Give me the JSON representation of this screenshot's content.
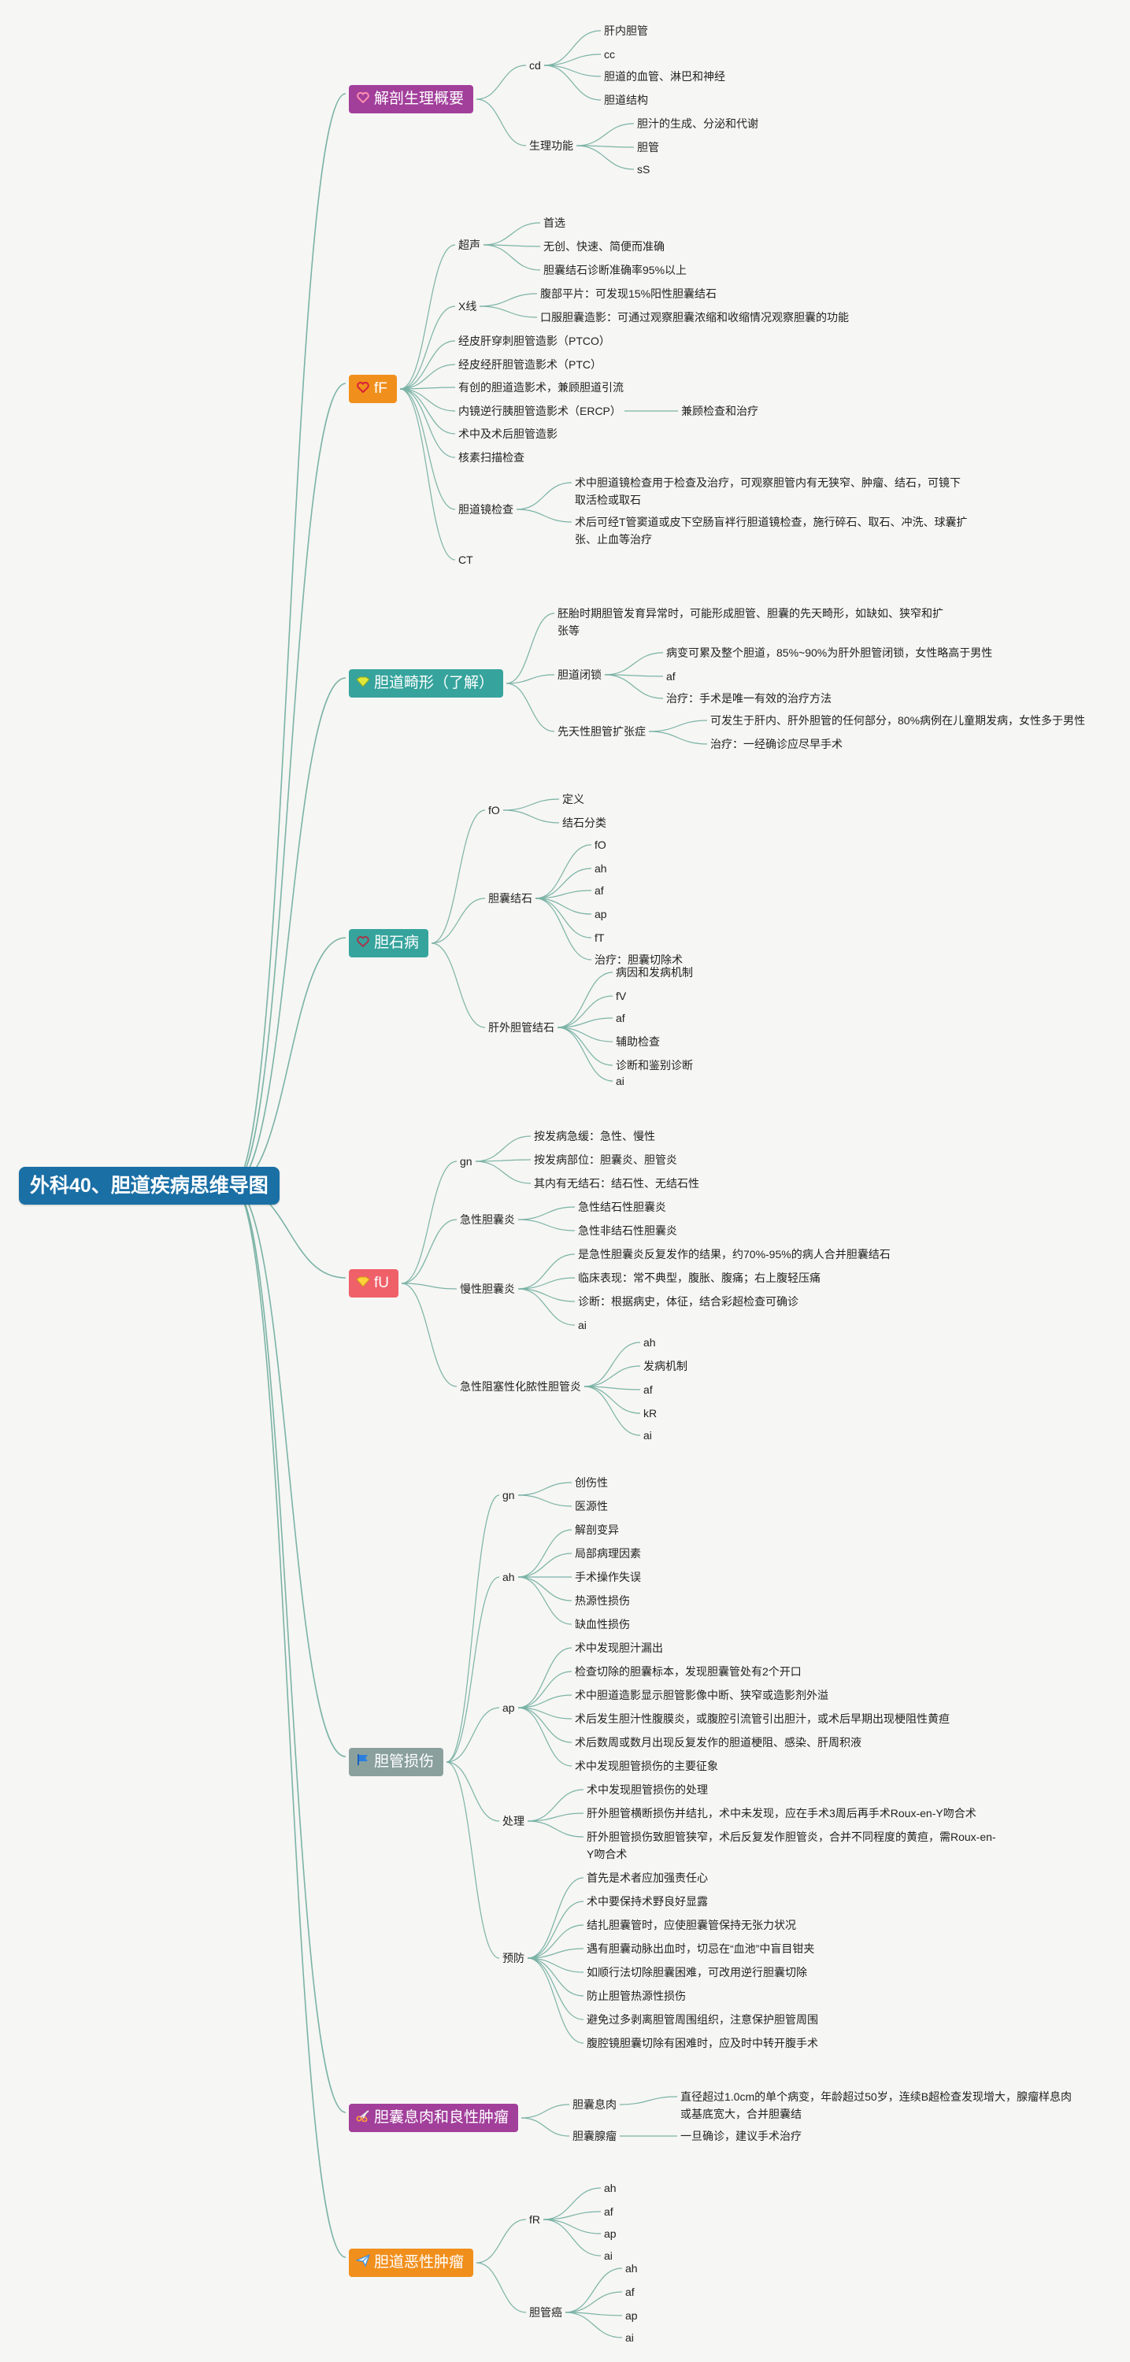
{
  "colors": {
    "link": "#7bb3a6",
    "anatomy": "#a23f9b",
    "exam": "#f18f1c",
    "malform": "#36a49d",
    "stone": "#36a49d",
    "infect": "#ef6069",
    "injury": "#8aa09d",
    "polyp": "#a23f9b",
    "tumor": "#f18f1c"
  },
  "map": {
    "root": "外科40、胆道疾病思维导图",
    "anatomy": {
      "label": "解剖生理概要",
      "icon": "heart-outline-icon",
      "cd": {
        "label": "cd",
        "items": [
          "肝内胆管",
          "cc",
          "胆道的血管、淋巴和神经",
          "胆道结构"
        ]
      },
      "physio": {
        "label": "生理功能",
        "items": [
          "胆汁的生成、分泌和代谢",
          "胆管",
          "sS"
        ]
      }
    },
    "exam": {
      "label": "fF",
      "icon": "heart-outline-icon",
      "us": {
        "label": "超声",
        "items": [
          "首选",
          "无创、快速、简便而准确",
          "胆囊结石诊断准确率95%以上"
        ]
      },
      "xray": {
        "label": "X线",
        "items": [
          "腹部平片：可发现15%阳性胆囊结石",
          "口服胆囊造影：可通过观察胆囊浓缩和收缩情况观察胆囊的功能"
        ]
      },
      "ptc0": "经皮肝穿刺胆管造影（PTCO）",
      "ptc": "经皮经肝胆管造影术（PTC）",
      "invasive": "有创的胆道造影术，兼顾胆道引流",
      "ercp": {
        "label": "内镜逆行胰胆管造影术（ERCP）",
        "child": "兼顾检查和治疗"
      },
      "intraop": "术中及术后胆管造影",
      "nuclear": "核素扫描检查",
      "scope": {
        "label": "胆道镜检查",
        "items": [
          "术中胆道镜检查用于检查及治疗，可观察胆管内有无狭窄、肿瘤、结石，可镜下取活检或取石",
          "术后可经T管窦道或皮下空肠盲袢行胆道镜检查，施行碎石、取石、冲洗、球囊扩张、止血等治疗"
        ]
      },
      "ct": "CT"
    },
    "malform": {
      "label": "胆道畸形（了解）",
      "icon": "diamond-icon",
      "intro": "胚胎时期胆管发育异常时，可能形成胆管、胆囊的先天畸形，如缺如、狭窄和扩张等",
      "atresia": {
        "label": "胆道闭锁",
        "items": [
          "病变可累及整个胆道，85%~90%为肝外胆管闭锁，女性略高于男性",
          "af",
          "治疗：手术是唯一有效的治疗方法"
        ]
      },
      "cyst": {
        "label": "先天性胆管扩张症",
        "items": [
          "可发生于肝内、肝外胆管的任何部分，80%病例在儿童期发病，女性多于男性",
          "治疗：一经确诊应尽早手术"
        ]
      }
    },
    "stone": {
      "label": "胆石病",
      "icon": "heart-outline-icon",
      "fo": {
        "label": "fO",
        "items": [
          "定义",
          "结石分类"
        ]
      },
      "gb": {
        "label": "胆囊结石",
        "items": [
          "fO",
          "ah",
          "af",
          "ap",
          "fT",
          "治疗：胆囊切除术"
        ]
      },
      "cbd": {
        "label": "肝外胆管结石",
        "items": [
          "病因和发病机制",
          "fV",
          "af",
          "辅助检查",
          "诊断和鉴别诊断",
          "ai"
        ]
      }
    },
    "infect": {
      "label": "fU",
      "icon": "diamond-icon",
      "gn": {
        "label": "gn",
        "items": [
          "按发病急缓：急性、慢性",
          "按发病部位：胆囊炎、胆管炎",
          "其内有无结石：结石性、无结石性"
        ]
      },
      "acute": {
        "label": "急性胆囊炎",
        "items": [
          "急性结石性胆囊炎",
          "急性非结石性胆囊炎"
        ]
      },
      "chronic": {
        "label": "慢性胆囊炎",
        "items": [
          "是急性胆囊炎反复发作的结果，约70%-95%的病人合并胆囊结石",
          "临床表现：常不典型，腹胀、腹痛；右上腹轻压痛",
          "诊断：根据病史，体征，结合彩超检查可确诊",
          "ai"
        ]
      },
      "aosc": {
        "label": "急性阻塞性化脓性胆管炎",
        "items": [
          "ah",
          "发病机制",
          "af",
          "kR",
          "ai"
        ]
      }
    },
    "injury": {
      "label": "胆管损伤",
      "icon": "flag-icon",
      "gn": {
        "label": "gn",
        "items": [
          "创伤性",
          "医源性"
        ]
      },
      "ah": {
        "label": "ah",
        "items": [
          "解剖变异",
          "局部病理因素",
          "手术操作失误",
          "热源性损伤",
          "缺血性损伤"
        ]
      },
      "ap": {
        "label": "ap",
        "items": [
          "术中发现胆汁漏出",
          "检查切除的胆囊标本，发现胆囊管处有2个开口",
          "术中胆道造影显示胆管影像中断、狭窄或造影剂外溢",
          "术后发生胆汁性腹膜炎，或腹腔引流管引出胆汁，或术后早期出现梗阻性黄疸",
          "术后数周或数月出现反复发作的胆道梗阻、感染、肝周积液",
          "术中发现胆管损伤的主要征象"
        ]
      },
      "treat": {
        "label": "处理",
        "items": [
          "术中发现胆管损伤的处理",
          "肝外胆管横断损伤并结扎，术中未发现，应在手术3周后再手术Roux-en-Y吻合术",
          "肝外胆管损伤致胆管狭窄，术后反复发作胆管炎，合并不同程度的黄疸，需Roux-en-Y吻合术"
        ]
      },
      "prevent": {
        "label": "预防",
        "items": [
          "首先是术者应加强责任心",
          "术中要保持术野良好显露",
          "结扎胆囊管时，应使胆囊管保持无张力状况",
          "遇有胆囊动脉出血时，切忌在“血池”中盲目钳夹",
          "如顺行法切除胆囊困难，可改用逆行胆囊切除",
          "防止胆管热源性损伤",
          "避免过多剥离胆管周围组织，注意保护胆管周围",
          "腹腔镜胆囊切除有困难时，应及时中转开腹手术"
        ]
      }
    },
    "polyp": {
      "label": "胆囊息肉和良性肿瘤",
      "icon": "scissors-icon",
      "polyp": {
        "label": "胆囊息肉",
        "child": "直径超过1.0cm的单个病变，年龄超过50岁，连续B超检查发现增大，腺瘤样息肉或基底宽大，合并胆囊结"
      },
      "adenoma": {
        "label": "胆囊腺瘤",
        "child": "一旦确诊，建议手术治疗"
      }
    },
    "tumor": {
      "label": "胆道恶性肿瘤",
      "icon": "paper-plane-icon",
      "fr": {
        "label": "fR",
        "items": [
          "ah",
          "af",
          "ap",
          "ai"
        ]
      },
      "chol": {
        "label": "胆管癌",
        "items": [
          "ah",
          "af",
          "ap",
          "ai"
        ]
      }
    }
  }
}
